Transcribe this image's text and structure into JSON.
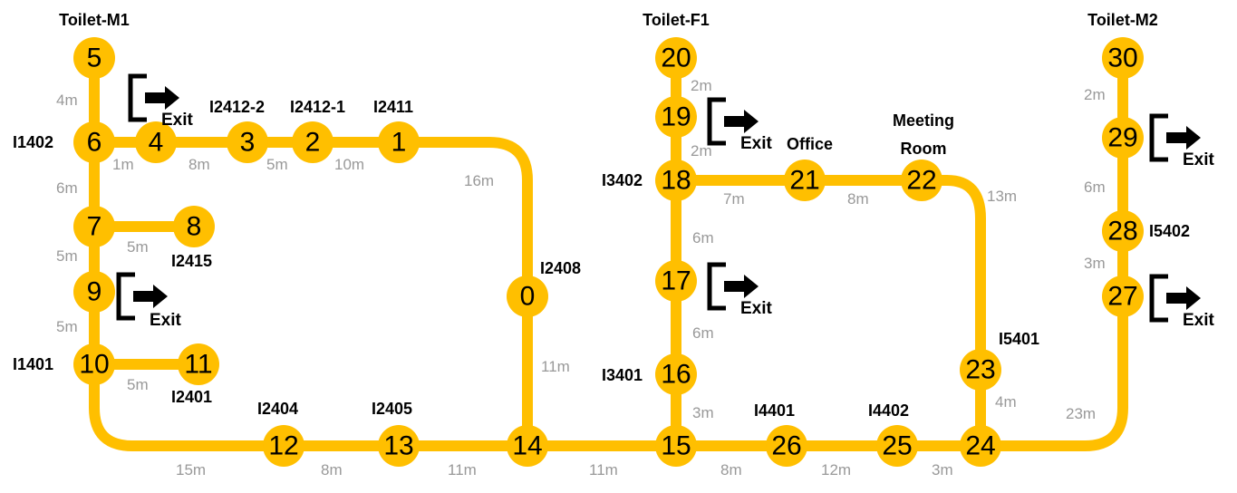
{
  "nodes": [
    {
      "id": "n0",
      "label": "0"
    },
    {
      "id": "n1",
      "label": "1"
    },
    {
      "id": "n2",
      "label": "2"
    },
    {
      "id": "n3",
      "label": "3"
    },
    {
      "id": "n4",
      "label": "4"
    },
    {
      "id": "n5",
      "label": "5"
    },
    {
      "id": "n6",
      "label": "6"
    },
    {
      "id": "n7",
      "label": "7"
    },
    {
      "id": "n8",
      "label": "8"
    },
    {
      "id": "n9",
      "label": "9"
    },
    {
      "id": "n10",
      "label": "10"
    },
    {
      "id": "n11",
      "label": "11"
    },
    {
      "id": "n12",
      "label": "12"
    },
    {
      "id": "n13",
      "label": "13"
    },
    {
      "id": "n14",
      "label": "14"
    },
    {
      "id": "n15",
      "label": "15"
    },
    {
      "id": "n16",
      "label": "16"
    },
    {
      "id": "n17",
      "label": "17"
    },
    {
      "id": "n18",
      "label": "18"
    },
    {
      "id": "n19",
      "label": "19"
    },
    {
      "id": "n20",
      "label": "20"
    },
    {
      "id": "n21",
      "label": "21"
    },
    {
      "id": "n22",
      "label": "22"
    },
    {
      "id": "n23",
      "label": "23"
    },
    {
      "id": "n24",
      "label": "24"
    },
    {
      "id": "n25",
      "label": "25"
    },
    {
      "id": "n26",
      "label": "26"
    },
    {
      "id": "n27",
      "label": "27"
    },
    {
      "id": "n28",
      "label": "28"
    },
    {
      "id": "n29",
      "label": "29"
    },
    {
      "id": "n30",
      "label": "30"
    }
  ],
  "place_labels": {
    "toilet_m1": "Toilet-M1",
    "toilet_f1": "Toilet-F1",
    "toilet_m2": "Toilet-M2",
    "i1402": "I1402",
    "i2412_2": "I2412-2",
    "i2412_1": "I2412-1",
    "i2411": "I2411",
    "i2415": "I2415",
    "i1401": "I1401",
    "i2401": "I2401",
    "i2404": "I2404",
    "i2405": "I2405",
    "i2408": "I2408",
    "i3402": "I3402",
    "i3401": "I3401",
    "office": "Office",
    "meeting": "Meeting",
    "room": "Room",
    "i5401": "I5401",
    "i4401": "I4401",
    "i4402": "I4402",
    "i5402": "I5402"
  },
  "distances": {
    "d5_6": "4m",
    "d6_4": "1m",
    "d4_3": "8m",
    "d3_2": "5m",
    "d2_1": "10m",
    "d1_0": "16m",
    "d6_7": "6m",
    "d7_8": "5m",
    "d7_9": "5m",
    "d9_10": "5m",
    "d10_11": "5m",
    "d10_12": "15m",
    "d12_13": "8m",
    "d13_14": "11m",
    "d0_14": "11m",
    "d14_15": "11m",
    "d20_19": "2m",
    "d19_18": "2m",
    "d18_21": "7m",
    "d21_22": "8m",
    "d22_23": "13m",
    "d18_17": "6m",
    "d17_16": "6m",
    "d16_15": "3m",
    "d15_26": "8m",
    "d26_25": "12m",
    "d25_24": "3m",
    "d23_24": "4m",
    "d30_29": "2m",
    "d29_28": "6m",
    "d28_27": "3m",
    "d27_24": "23m"
  },
  "exits": {
    "e1": "Exit",
    "e2": "Exit",
    "e3": "Exit",
    "e4": "Exit",
    "e5": "Exit",
    "e6": "Exit"
  },
  "colors": {
    "path": "#FFBF00",
    "distance": "#999999",
    "text": "#000000"
  }
}
